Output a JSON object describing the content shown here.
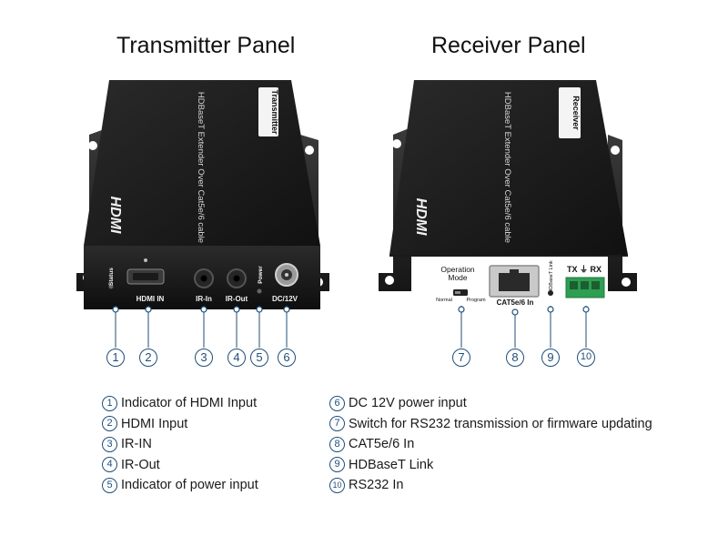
{
  "titles": {
    "transmitter": "Transmitter Panel",
    "receiver": "Receiver Panel"
  },
  "transmitter_device": {
    "side_label": "Transmitter",
    "top_text": "HDBaseT Extender Over Cat5e/6 cable",
    "logo": "HDMI",
    "ports": {
      "status": "Status",
      "hdmi_in": "HDMI IN",
      "ir_in": "IR-In",
      "ir_out": "IR-Out",
      "power": "Power",
      "dc": "DC/12V"
    }
  },
  "receiver_device": {
    "side_label": "Receiver",
    "top_text": "HDBaseT Extender Over Cat5e/6 cable",
    "logo": "HDMI",
    "ports": {
      "operation_mode_line1": "Operation",
      "operation_mode_line2": "Mode",
      "normal": "Normal",
      "program": "Program",
      "cat": "CAT5e/6 In",
      "link": "HDBaseT Link",
      "txrx": "TX ⏚ RX"
    }
  },
  "callouts": [
    "1",
    "2",
    "3",
    "4",
    "5",
    "6",
    "7",
    "8",
    "9",
    "10"
  ],
  "legend": {
    "left": [
      {
        "num": "1",
        "text": "Indicator of HDMI Input"
      },
      {
        "num": "2",
        "text": "HDMI Input"
      },
      {
        "num": "3",
        "text": "IR-IN"
      },
      {
        "num": "4",
        "text": "IR-Out"
      },
      {
        "num": "5",
        "text": "Indicator of power input"
      }
    ],
    "right": [
      {
        "num": "6",
        "text": "DC 12V power input"
      },
      {
        "num": "7",
        "text": "Switch for RS232 transmission or firmware updating"
      },
      {
        "num": "8",
        "text": "CAT5e/6 In"
      },
      {
        "num": "9",
        "text": "HDBaseT Link"
      },
      {
        "num": "10",
        "text": "RS232 In"
      }
    ]
  },
  "colors": {
    "device_body": "#1c1c1c",
    "callout": "#1f4e79",
    "connector_green": "#2e9e52"
  }
}
